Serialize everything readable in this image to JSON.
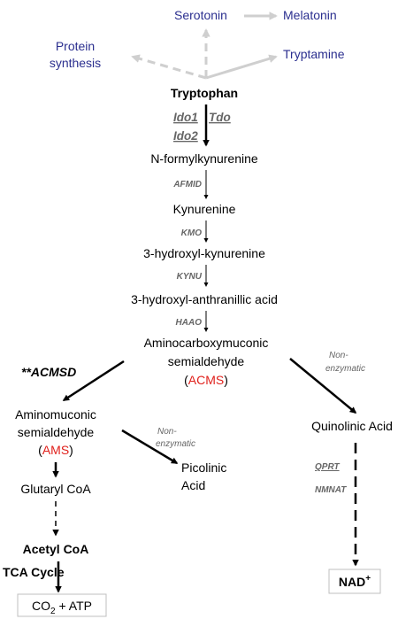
{
  "top_products": {
    "serotonin": "Serotonin",
    "melatonin": "Melatonin",
    "protein_line1": "Protein",
    "protein_line2": "synthesis",
    "tryptamine": "Tryptamine"
  },
  "pathway": {
    "tryptophan": "Tryptophan",
    "ido1": "Ido1",
    "tdo": "Tdo",
    "ido2": "Ido2",
    "n_formylkynurenine": "N-formylkynurenine",
    "afmid": "AFMID",
    "kynurenine": "Kynurenine",
    "kmo": "KMO",
    "hydroxyl_kynurenine": "3-hydroxyl-kynurenine",
    "kynu": "KYNU",
    "hydroxyl_anthranillic": "3-hydroxyl-anthranillic acid",
    "haao": "HAAO",
    "acms_line1": "Aminocarboxymuconic",
    "acms_line2": "semialdehyde",
    "acms_paren_open": "(",
    "acms_abbr": "ACMS",
    "acms_paren_close": ")",
    "acmsd": "**ACMSD"
  },
  "left_branch": {
    "ams_line1": "Aminomuconic",
    "ams_line2": "semialdehyde",
    "ams_paren_open": "(",
    "ams_abbr": "AMS",
    "ams_paren_close": ")",
    "glutaryl_coa": "Glutaryl CoA",
    "acetyl_coa": "Acetyl CoA",
    "tca_cycle": "TCA Cycle",
    "co2": "CO",
    "co2_sub": "2",
    "atp": " + ATP"
  },
  "middle_branch": {
    "nonenz_line1": "Non-",
    "nonenz_line2": "enzymatic",
    "picolinic_line1": "Picolinic",
    "picolinic_line2": "Acid"
  },
  "right_branch": {
    "nonenz_line1": "Non-",
    "nonenz_line2": "enzymatic",
    "quinolinic": "Quinolinic Acid",
    "qprt": "QPRT",
    "nmnat": "NMNAT",
    "nad": "NAD",
    "nad_sup": "+"
  },
  "colors": {
    "product_blue": "#2b2f8f",
    "arrow_gray": "#cfcfcf",
    "enzyme_gray": "#666666",
    "highlight_red": "#e0201b"
  }
}
